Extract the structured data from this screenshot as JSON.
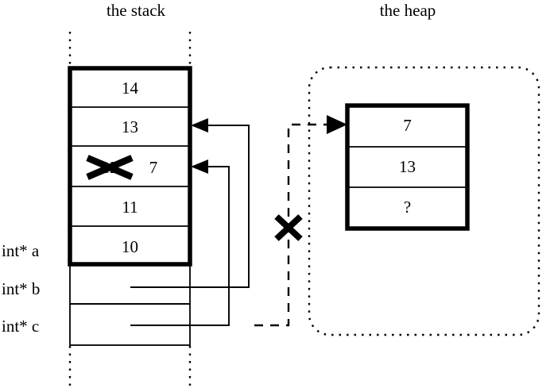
{
  "figure": {
    "type": "memory-diagram",
    "background": "#ffffff",
    "stroke": "#000000"
  },
  "titles": {
    "stack": "the stack",
    "heap": "the heap"
  },
  "stack": {
    "cells": [
      {
        "name": "stack-cell-14",
        "value": "14"
      },
      {
        "name": "stack-cell-13",
        "value": "13"
      },
      {
        "name": "stack-cell-crossed",
        "value": "12",
        "crossed_out": true,
        "replacement": "7"
      },
      {
        "name": "stack-cell-11",
        "value": "11"
      },
      {
        "name": "stack-cell-10",
        "value": "10"
      }
    ],
    "pointer_cells": [
      {
        "name": "pointer-cell-b",
        "value": ""
      },
      {
        "name": "pointer-cell-c",
        "value": ""
      }
    ]
  },
  "variables": [
    {
      "label": "int* a"
    },
    {
      "label": "int* b"
    },
    {
      "label": "int* c"
    }
  ],
  "heap": {
    "cells": [
      {
        "name": "heap-cell-7",
        "value": "7"
      },
      {
        "name": "heap-cell-13",
        "value": "13"
      },
      {
        "name": "heap-cell-unknown",
        "value": "?"
      }
    ]
  },
  "annotations": {
    "crossed_value_mark": "✗",
    "broken_pointer_mark": "✗"
  }
}
